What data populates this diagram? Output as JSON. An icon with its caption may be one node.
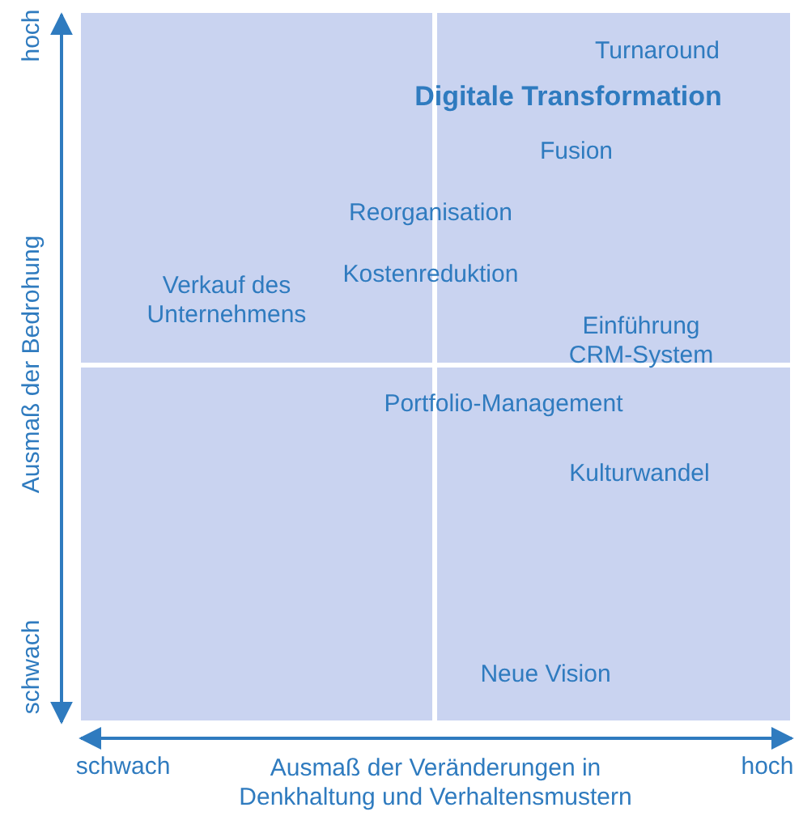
{
  "diagram": {
    "labels": [
      "hoch",
      "Turnaround",
      "Digitale Transformation",
      "Fusion",
      "Reorganisation",
      "Kostenreduktion",
      "Verkauf des Unternehmens",
      "Einführung CRM-System",
      "Portfolio-Management",
      "Kulturwandel",
      "Neue Vision",
      "schwach",
      "Ausmaß der Bedrohung",
      "schwach",
      "Ausmaß der Veränderungen in Denkhaltung und Verhaltensmustern",
      "hoch"
    ]
  }
}
